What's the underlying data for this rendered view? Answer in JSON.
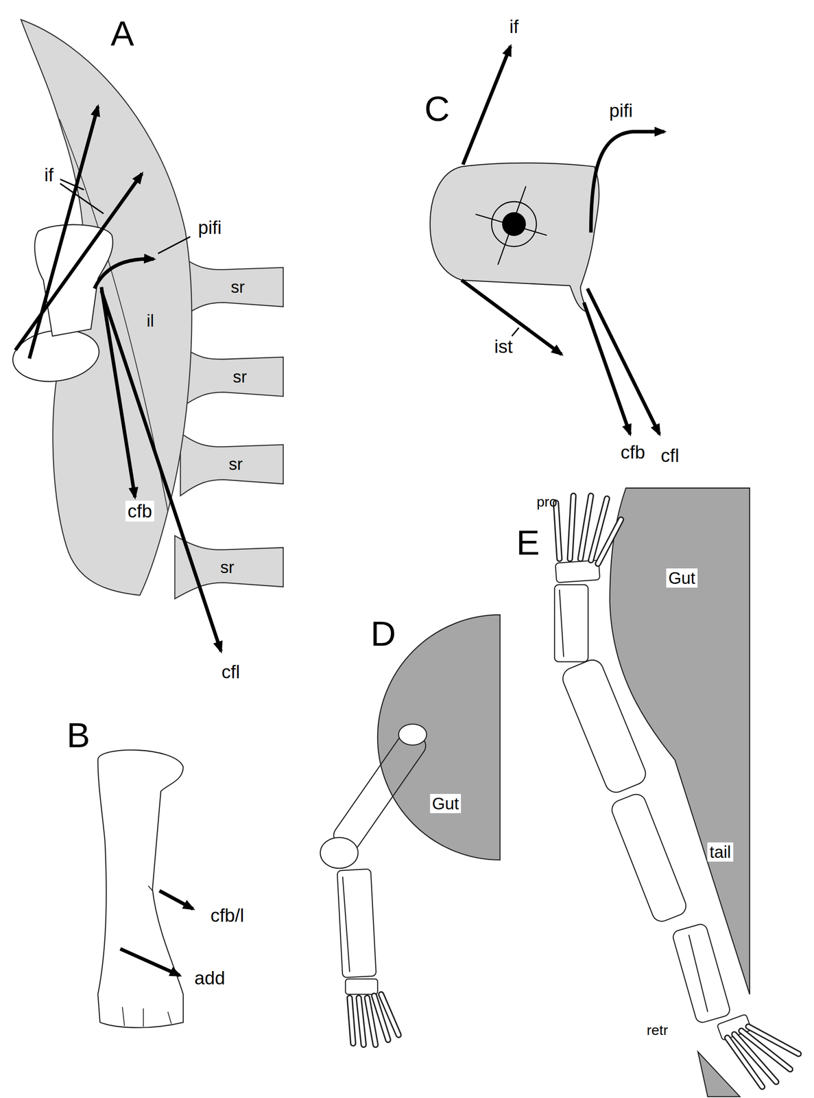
{
  "diagram": {
    "labels": [
      "A",
      "if",
      "pifi",
      "sr",
      "il",
      "sr",
      "sr",
      "cfb",
      "sr",
      "cfl",
      "B",
      "cfb/l",
      "add",
      "C",
      "if",
      "pifi",
      "ist",
      "cfb",
      "cfl",
      "D",
      "Gut",
      "pro",
      "E",
      "Gut",
      "tail",
      "retr"
    ]
  }
}
